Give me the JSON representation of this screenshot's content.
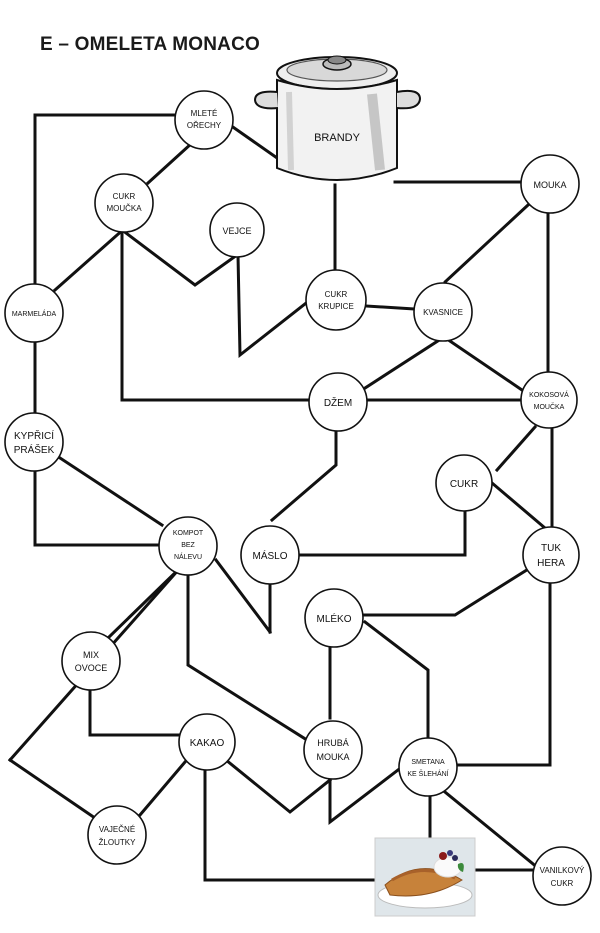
{
  "title": "E – OMELETA MONACO",
  "pot_label": "BRANDY",
  "nodes": {
    "mlete_orechy": [
      "MLETÉ",
      "OŘECHY"
    ],
    "cukr_moucka": [
      "CUKR",
      "MOUČKA"
    ],
    "vejce": [
      "VEJCE"
    ],
    "moukaTop": [
      "MOUKA"
    ],
    "marmelada": [
      "MARMELÁDA"
    ],
    "cukr_krupice": [
      "CUKR",
      "KRUPICE"
    ],
    "kvasnice": [
      "KVASNICE"
    ],
    "dzem": [
      "DŽEM"
    ],
    "kokosova": [
      "KOKOSOVÁ",
      "MOUČKA"
    ],
    "kyprici": [
      "KYPŘICÍ",
      "PRÁŠEK"
    ],
    "cukr": [
      "CUKR"
    ],
    "kompot": [
      "KOMPOT",
      "BEZ",
      "NÁLEVU"
    ],
    "maslo": [
      "MÁSLO"
    ],
    "tuk_hera": [
      "TUK",
      "HERA"
    ],
    "mleko": [
      "MLÉKO"
    ],
    "mix_ovoce": [
      "MIX",
      "OVOCE"
    ],
    "kakao": [
      "KAKAO"
    ],
    "hruba_mouka": [
      "HRUBÁ",
      "MOUKA"
    ],
    "smetana": [
      "SMETANA",
      "KE ŠLEHÁNÍ"
    ],
    "vajecne": [
      "VAJEČNÉ",
      "ŽLOUTKY"
    ],
    "vanilkovy": [
      "VANILKOVÝ",
      "CUKR"
    ]
  }
}
